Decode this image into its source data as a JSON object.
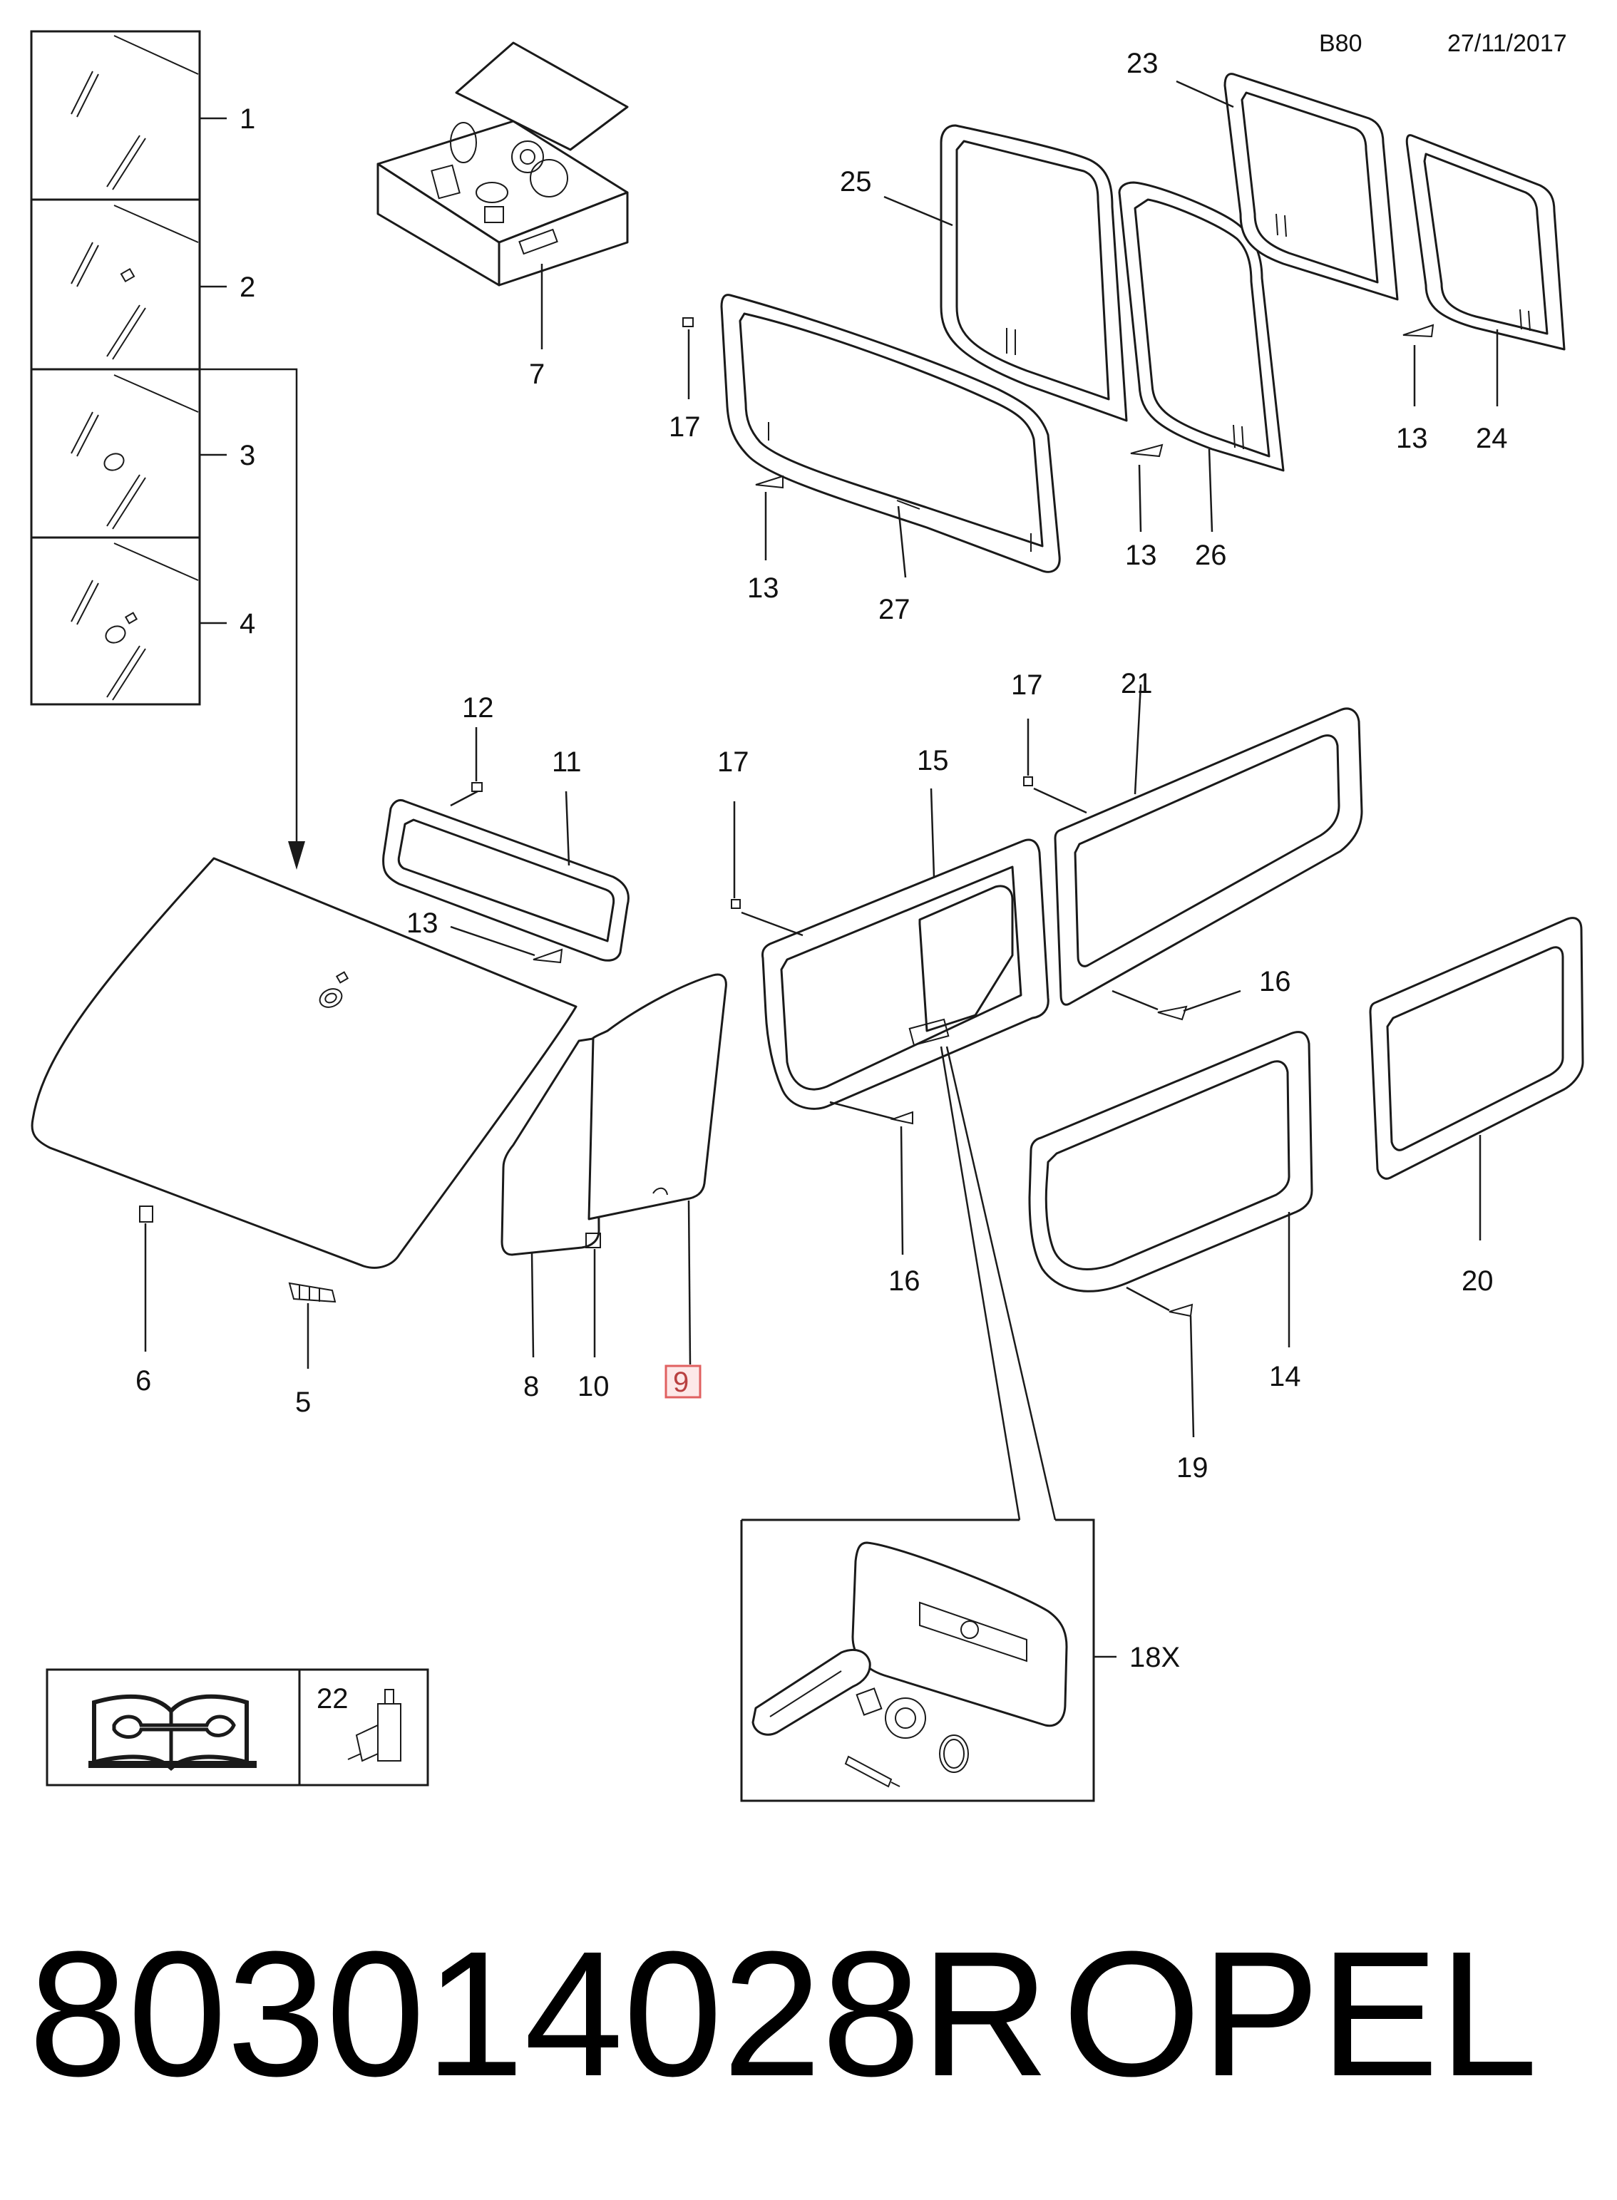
{
  "header": {
    "code": "B80",
    "date": "27/11/2017"
  },
  "callouts": {
    "c1": "1",
    "c2": "2",
    "c3": "3",
    "c4": "4",
    "c5": "5",
    "c6": "6",
    "c7": "7",
    "c8": "8",
    "c9": "9",
    "c10": "10",
    "c11": "11",
    "c12": "12",
    "c13a": "13",
    "c13b": "13",
    "c13c": "13",
    "c13d": "13",
    "c14": "14",
    "c15": "15",
    "c16a": "16",
    "c16b": "16",
    "c17a": "17",
    "c17b": "17",
    "c17c": "17",
    "c18": "18X",
    "c19": "19",
    "c20": "20",
    "c21": "21",
    "c22": "22",
    "c23": "23",
    "c24": "24",
    "c25": "25",
    "c26": "26",
    "c27": "27"
  },
  "highlight": {
    "part": "9",
    "color": "#e06060"
  },
  "footer": {
    "part_number": "803014028R",
    "brand": "OPEL"
  }
}
